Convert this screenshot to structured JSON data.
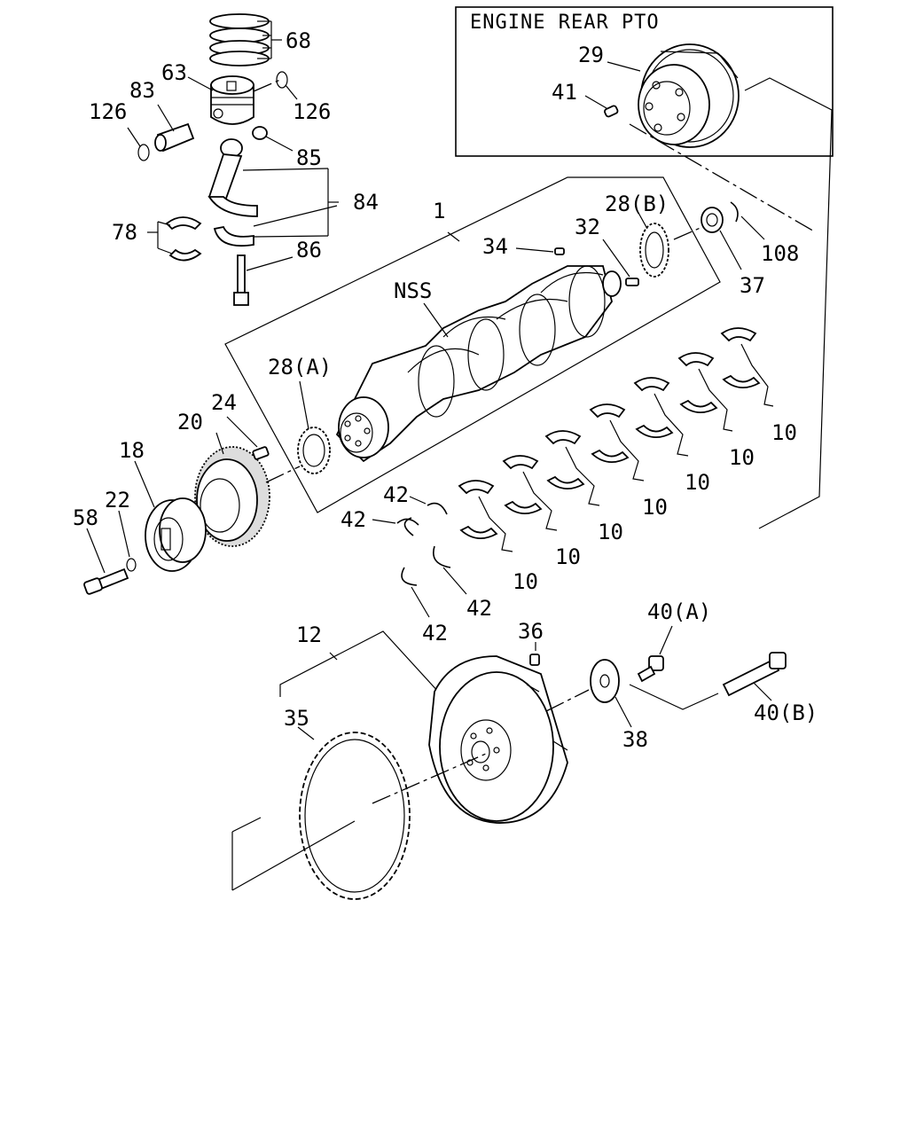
{
  "inset_title": "ENGINE REAR PTO",
  "labels": {
    "p68": "68",
    "p63": "63",
    "p83": "83",
    "p126a": "126",
    "p126b": "126",
    "p85": "85",
    "p84": "84",
    "p78": "78",
    "p86": "86",
    "p1": "1",
    "p34": "34",
    "p32": "32",
    "p28b": "28(B)",
    "p108": "108",
    "p37": "37",
    "pnss": "NSS",
    "p28a": "28(A)",
    "p24": "24",
    "p20": "20",
    "p18": "18",
    "p22": "22",
    "p58": "58",
    "p42a": "42",
    "p42b": "42",
    "p42c": "42",
    "p42d": "42",
    "p10a": "10",
    "p10b": "10",
    "p10c": "10",
    "p10d": "10",
    "p10e": "10",
    "p10f": "10",
    "p10g": "10",
    "p29": "29",
    "p41": "41",
    "p12": "12",
    "p35": "35",
    "p36": "36",
    "p40a": "40(A)",
    "p40b": "40(B)",
    "p38": "38"
  }
}
